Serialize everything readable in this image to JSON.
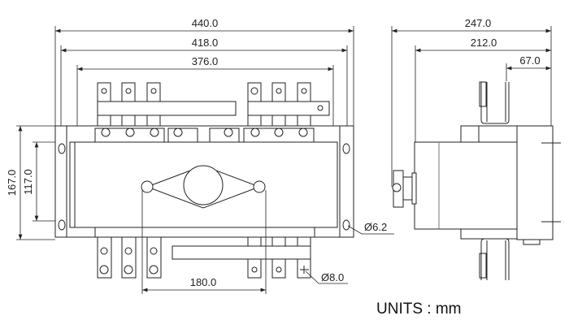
{
  "front_view": {
    "dim_overall_width": "440.0",
    "dim_mount_width": "418.0",
    "dim_terminal_span": "376.0",
    "dim_overall_height": "167.0",
    "dim_mount_height": "117.0",
    "dim_handle_span": "180.0",
    "mount_hole": "Ø6.2",
    "terminal_hole": "Ø8.0"
  },
  "side_view": {
    "dim_total_depth": "247.0",
    "dim_body_depth": "212.0",
    "dim_rear_depth": "67.0"
  },
  "units_label": "UNITS : mm"
}
